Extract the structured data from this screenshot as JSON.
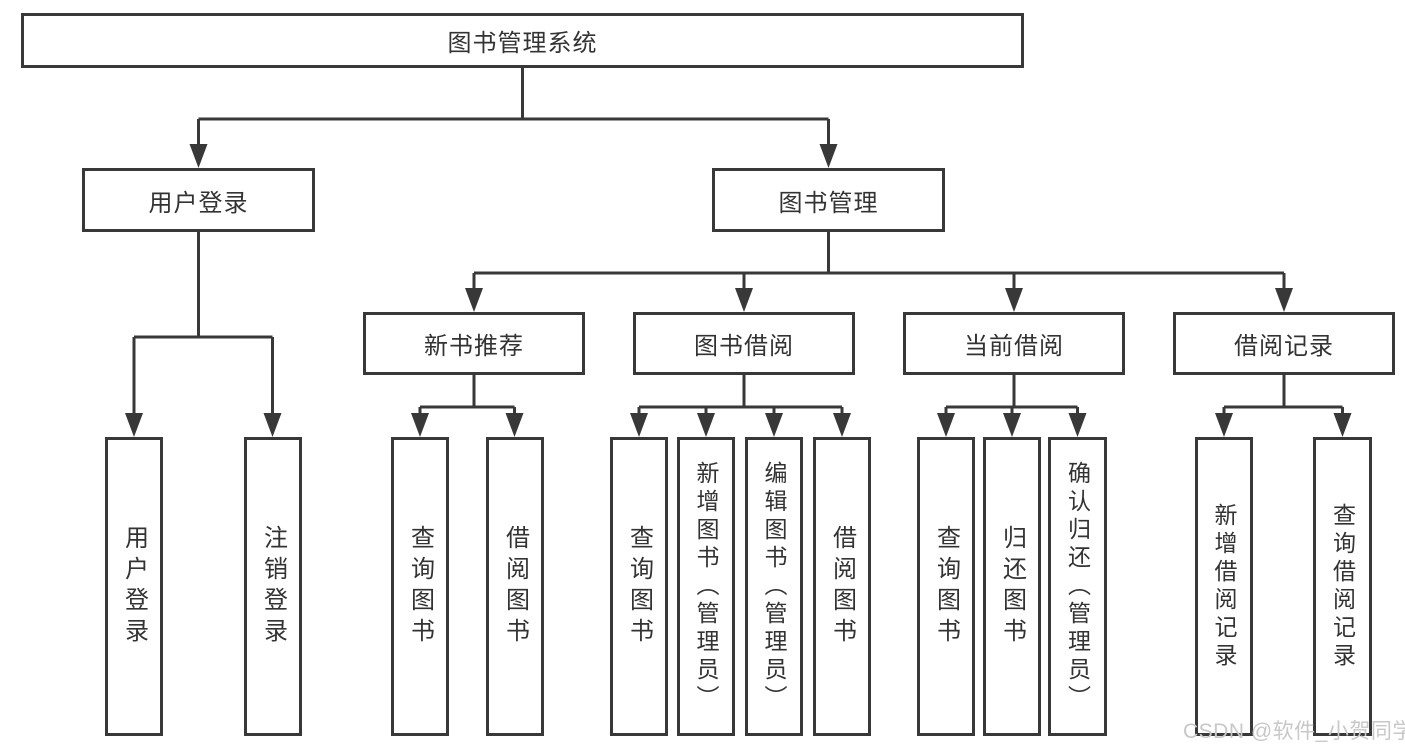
{
  "colors": {
    "line": "#383838",
    "border": "#383838",
    "text": "#333333",
    "box_background": "#ffffff",
    "page_background": "#ffffff",
    "watermark": "#c8c8c8"
  },
  "watermark": {
    "text": "CSDN @软件_小贺同学"
  },
  "tree": {
    "label": "图书管理系统",
    "children": [
      {
        "label": "用户登录",
        "children": [
          {
            "label": "用户登录"
          },
          {
            "label": "注销登录"
          }
        ]
      },
      {
        "label": "图书管理",
        "children": [
          {
            "label": "新书推荐",
            "children": [
              {
                "label": "查询图书"
              },
              {
                "label": "借阅图书"
              }
            ]
          },
          {
            "label": "图书借阅",
            "children": [
              {
                "label": "查询图书"
              },
              {
                "label": "新增图书（管理员）"
              },
              {
                "label": "编辑图书（管理员）"
              },
              {
                "label": "借阅图书"
              }
            ]
          },
          {
            "label": "当前借阅",
            "children": [
              {
                "label": "查询图书"
              },
              {
                "label": "归还图书"
              },
              {
                "label": "确认归还（管理员）"
              }
            ]
          },
          {
            "label": "借阅记录",
            "children": [
              {
                "label": "新增借阅记录"
              },
              {
                "label": "查询借阅记录"
              }
            ]
          }
        ]
      }
    ]
  }
}
